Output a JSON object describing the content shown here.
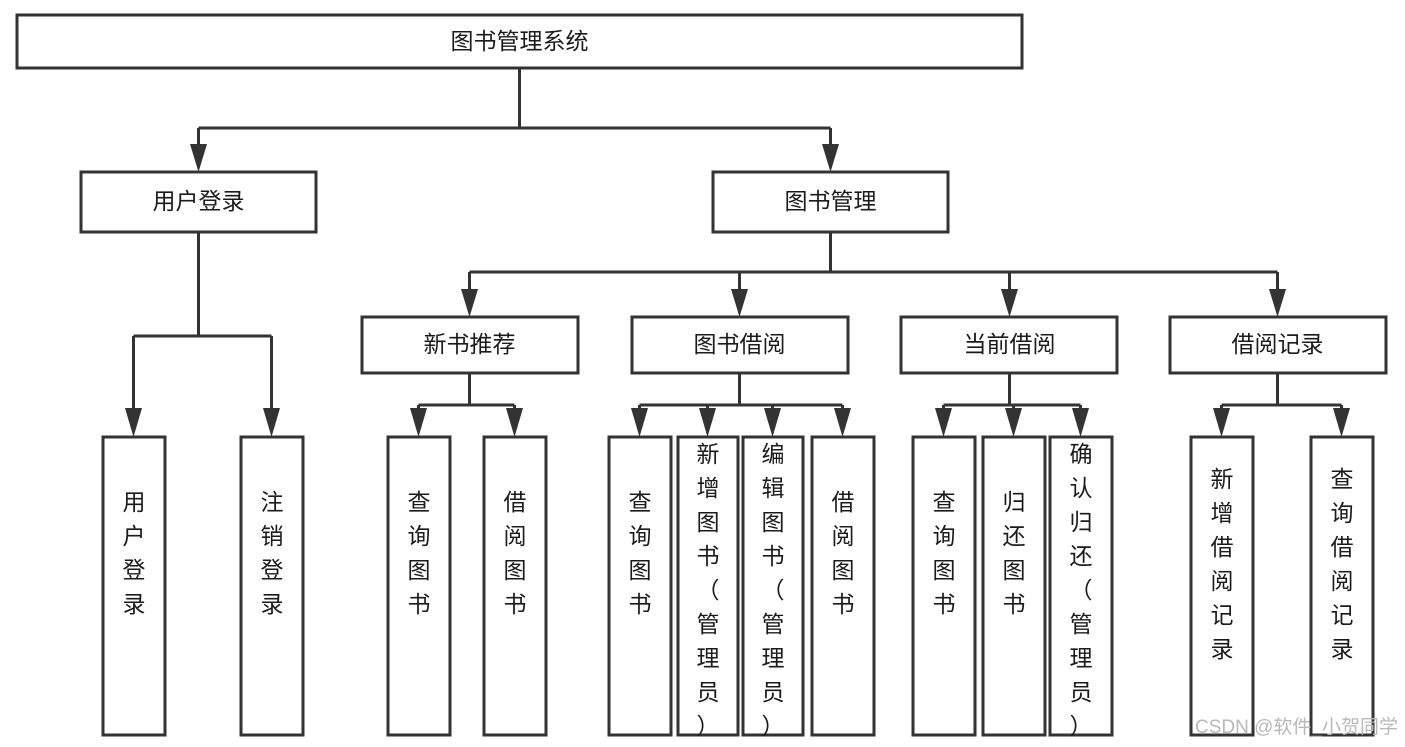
{
  "diagram": {
    "type": "tree",
    "title": "图书管理系统",
    "orientation": "top-down",
    "levels": 4,
    "root": {
      "id": "root",
      "label": "图书管理系统"
    },
    "level2": [
      {
        "id": "user-login",
        "label": "用户登录"
      },
      {
        "id": "book-management",
        "label": "图书管理"
      }
    ],
    "level3": [
      {
        "id": "new-book-recommend",
        "label": "新书推荐",
        "parent": "book-management"
      },
      {
        "id": "book-borrow",
        "label": "图书借阅",
        "parent": "book-management"
      },
      {
        "id": "current-borrow",
        "label": "当前借阅",
        "parent": "book-management"
      },
      {
        "id": "borrow-record",
        "label": "借阅记录",
        "parent": "book-management"
      }
    ],
    "leaves": {
      "user-login": [
        {
          "id": "leaf-user-login",
          "label": "用户登录"
        },
        {
          "id": "leaf-user-logout",
          "label": "注销登录"
        }
      ],
      "new-book-recommend": [
        {
          "id": "leaf-query-book-1",
          "label": "查询图书"
        },
        {
          "id": "leaf-borrow-book-1",
          "label": "借阅图书"
        }
      ],
      "book-borrow": [
        {
          "id": "leaf-query-book-2",
          "label": "查询图书"
        },
        {
          "id": "leaf-add-book",
          "label": "新增图书（管理员）"
        },
        {
          "id": "leaf-edit-book",
          "label": "编辑图书（管理员）"
        },
        {
          "id": "leaf-borrow-book-2",
          "label": "借阅图书"
        }
      ],
      "current-borrow": [
        {
          "id": "leaf-query-book-3",
          "label": "查询图书"
        },
        {
          "id": "leaf-return-book",
          "label": "归还图书"
        },
        {
          "id": "leaf-confirm-return",
          "label": "确认归还（管理员）"
        }
      ],
      "borrow-record": [
        {
          "id": "leaf-add-record",
          "label": "新增借阅记录"
        },
        {
          "id": "leaf-query-record",
          "label": "查询借阅记录"
        }
      ]
    }
  },
  "watermark": {
    "text": "CSDN @软件_小贺同学"
  },
  "colors": {
    "background": "#ffffff",
    "box_fill": "#ffffff",
    "box_stroke": "#333333",
    "text": "#1b1b1b",
    "watermark": "#b9b9b9"
  }
}
